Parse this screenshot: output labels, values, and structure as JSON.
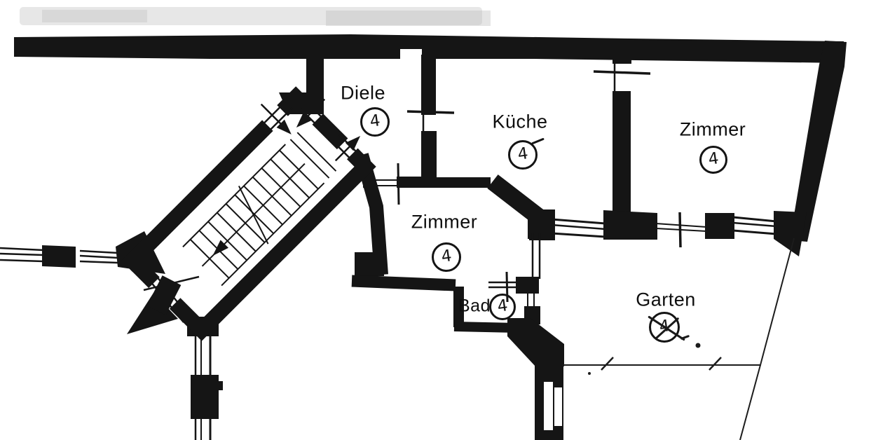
{
  "drawing": {
    "kind_visible_text_only": "floor plan annotation",
    "colors": {
      "ink": "#151515",
      "background": "#ffffff",
      "smudge": "#c9c9c9"
    }
  },
  "rooms": [
    {
      "id": "diele",
      "label": "Diele",
      "number": "4"
    },
    {
      "id": "kueche",
      "label": "Küche",
      "number": "4"
    },
    {
      "id": "zimmer-rechts",
      "label": "Zimmer",
      "number": "4"
    },
    {
      "id": "zimmer-mitte",
      "label": "Zimmer",
      "number": "4"
    },
    {
      "id": "bad",
      "label": "Bad",
      "number": "4"
    },
    {
      "id": "garten",
      "label": "Garten",
      "number": "4"
    }
  ]
}
